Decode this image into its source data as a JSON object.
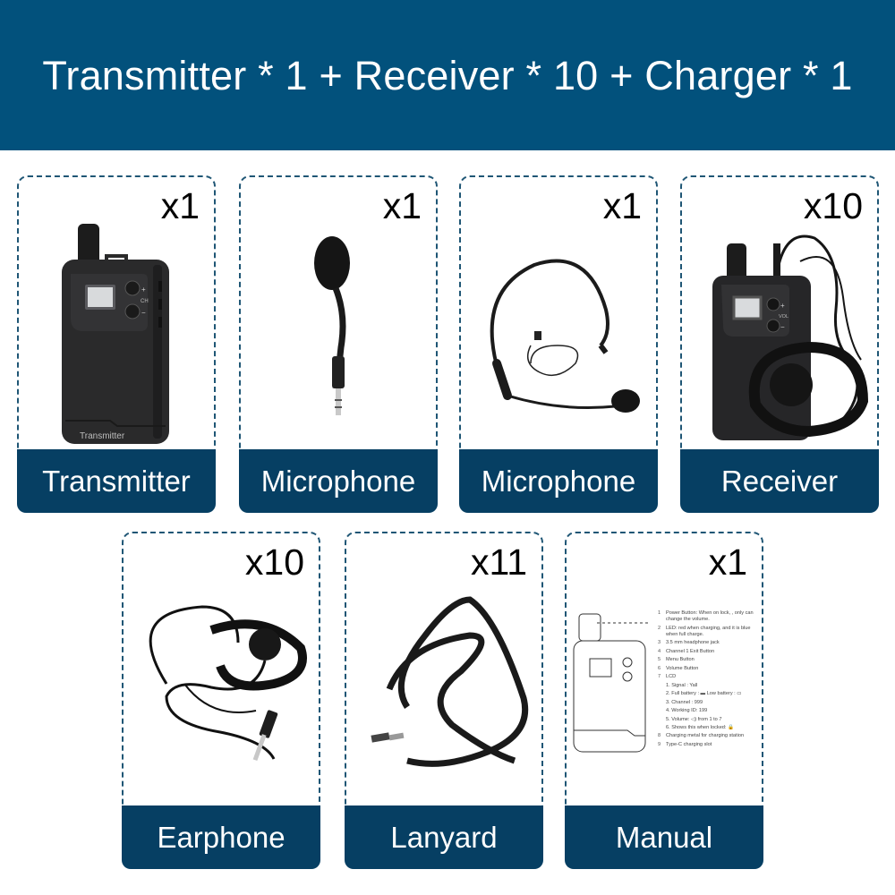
{
  "header": {
    "title": "Transmitter * 1 + Receiver * 10 + Charger * 1",
    "background": "#02517c"
  },
  "colors": {
    "label_band": "#063f63",
    "dashed_border": "#1f5675",
    "label_text": "#ffffff"
  },
  "cards": [
    {
      "label": "Transmitter",
      "qty": "x1",
      "device_text": "Transmitter"
    },
    {
      "label": "Microphone",
      "qty": "x1"
    },
    {
      "label": "Microphone",
      "qty": "x1"
    },
    {
      "label": "Receiver",
      "qty": "x10",
      "device_text": "VOL"
    },
    {
      "label": "Earphone",
      "qty": "x10"
    },
    {
      "label": "Lanyard",
      "qty": "x11"
    },
    {
      "label": "Manual",
      "qty": "x1"
    }
  ],
  "manual": {
    "items": [
      {
        "n": "1",
        "text": "Power Button: When on lock, , only can change the volume."
      },
      {
        "n": "2",
        "text": "LED: red when charging, and it is blue when full charge."
      },
      {
        "n": "3",
        "text": "3.5 mm headphone jack"
      },
      {
        "n": "4",
        "text": "Channel 1 Exit Button"
      },
      {
        "n": "5",
        "text": "Menu Button"
      },
      {
        "n": "6",
        "text": "Volume Button"
      },
      {
        "n": "7",
        "text": "LCD"
      }
    ],
    "lcd_items": [
      "1. Signal : Yall",
      "2. Full battery : ▬  Low battery : ▭",
      "3. Channel : 999",
      "4. Working ID: 199",
      "5. Volume: ◁) from 1 to 7",
      "6. Shows this when locked: 🔒"
    ],
    "tail_items": [
      {
        "n": "8",
        "text": "Charging metal for charging station"
      },
      {
        "n": "9",
        "text": "Type-C charging slot"
      }
    ]
  },
  "device_labels": {
    "transmitter_ch": "CH",
    "plus": "+",
    "minus": "−"
  }
}
